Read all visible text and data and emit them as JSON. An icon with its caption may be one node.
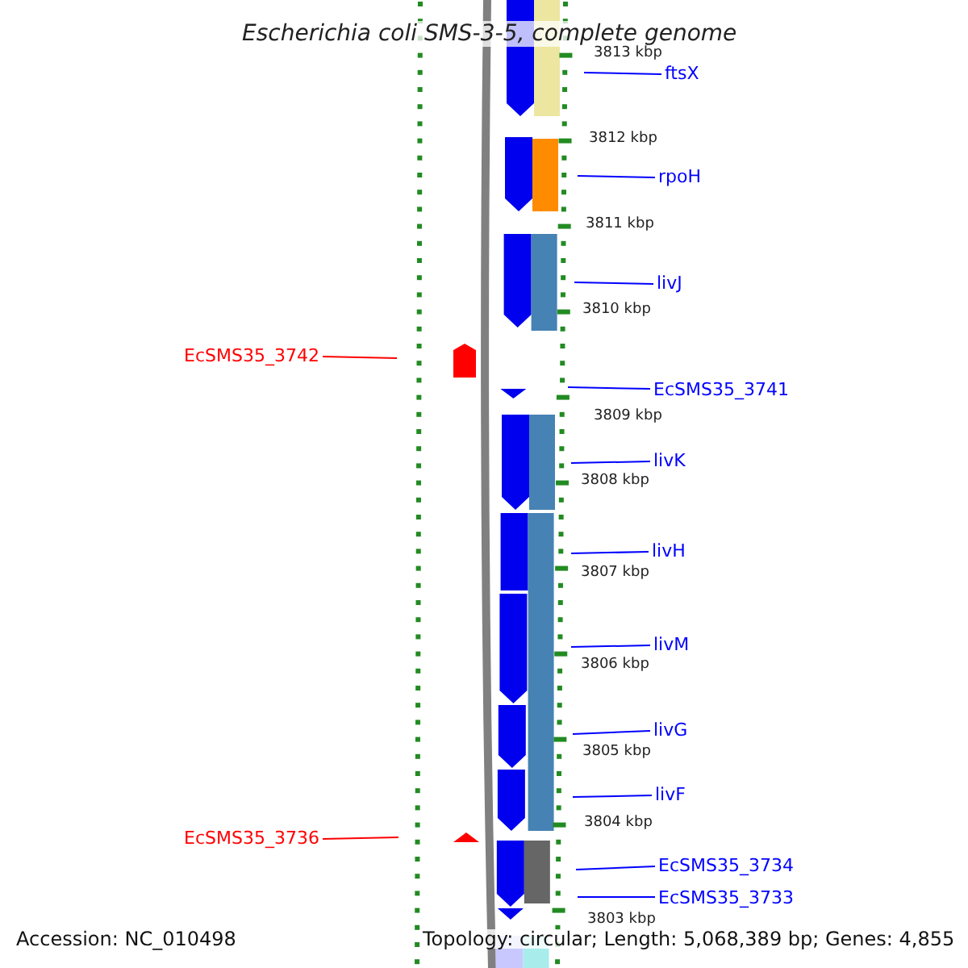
{
  "diagram": {
    "title": "Escherichia coli SMS-3-5, complete genome",
    "nodes": [
      {
        "text": [
          "ftsX"
        ]
      },
      {
        "text": [
          "rpoH"
        ]
      },
      {
        "text": [
          "livJ"
        ]
      },
      {
        "text": [
          "EcSMS35_3742"
        ]
      },
      {
        "text": [
          "EcSMS35_3741"
        ]
      },
      {
        "text": [
          "livK"
        ]
      },
      {
        "text": [
          "livH"
        ]
      },
      {
        "text": [
          "livM"
        ]
      },
      {
        "text": [
          "livG"
        ]
      },
      {
        "text": [
          "livF"
        ]
      },
      {
        "text": [
          "EcSMS35_3736"
        ]
      },
      {
        "text": [
          "EcSMS35_3734"
        ]
      },
      {
        "text": [
          "EcSMS35_3733"
        ]
      }
    ],
    "edges": [
      {
        "from": 0,
        "to": null,
        "arrow": "none"
      },
      {
        "from": 1,
        "to": null,
        "arrow": "none"
      },
      {
        "from": 2,
        "to": null,
        "arrow": "none"
      },
      {
        "from": 3,
        "to": null,
        "arrow": "none",
        "color": "#ff0000"
      },
      {
        "from": 4,
        "to": null,
        "arrow": "none"
      },
      {
        "from": 5,
        "to": null,
        "arrow": "none"
      },
      {
        "from": 6,
        "to": null,
        "arrow": "none"
      },
      {
        "from": 7,
        "to": null,
        "arrow": "none"
      },
      {
        "from": 8,
        "to": null,
        "arrow": "none"
      },
      {
        "from": 9,
        "to": null,
        "arrow": "none"
      },
      {
        "from": 10,
        "to": null,
        "arrow": "none",
        "color": "#ff0000"
      },
      {
        "from": 11,
        "to": null,
        "arrow": "none"
      },
      {
        "from": 12,
        "to": null,
        "arrow": "none"
      }
    ],
    "labels": [
      "3813 kbp",
      "3812 kbp",
      "3811 kbp",
      "3810 kbp",
      "3809 kbp",
      "3808 kbp",
      "3807 kbp",
      "3806 kbp",
      "3805 kbp",
      "3804 kbp",
      "3803 kbp",
      "Accession: NC_010498",
      "Topology: circular; Length: 5,068,389 bp; Genes: 4,855"
    ]
  }
}
